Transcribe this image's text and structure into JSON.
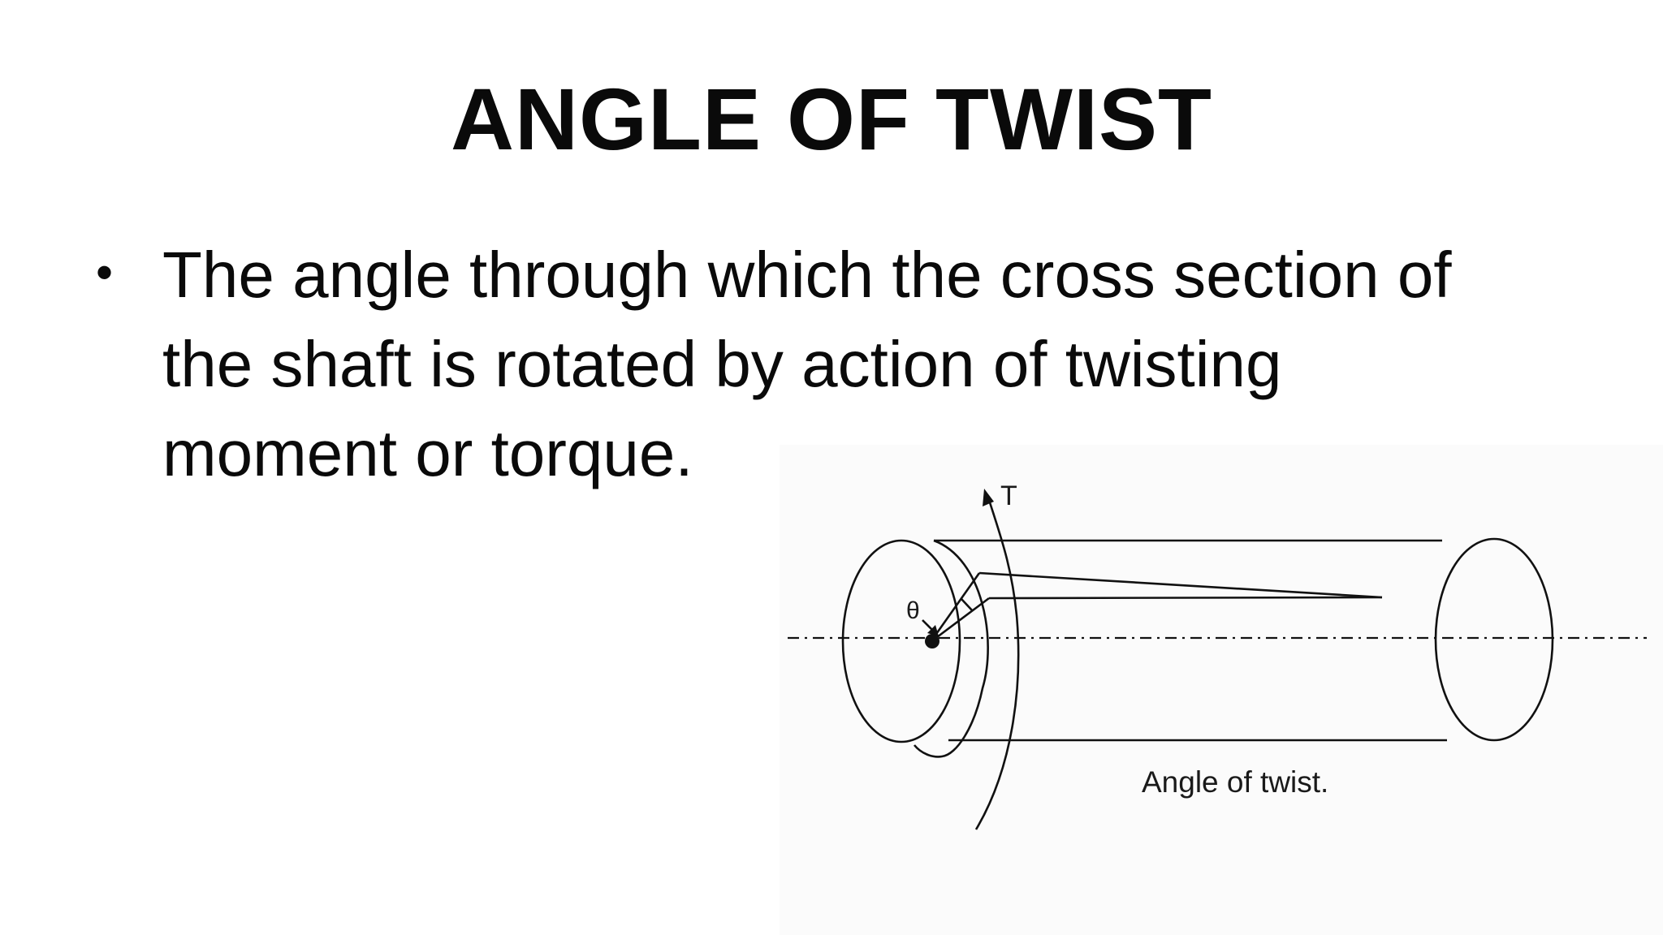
{
  "slide": {
    "title": "ANGLE OF TWIST",
    "bullet": {
      "marker": "•",
      "lines": [
        "The angle through which the cross section of",
        "the shaft is rotated by action of twisting",
        "moment or torque."
      ]
    }
  },
  "figure": {
    "torque_label": "T",
    "angle_label": "θ",
    "caption": "Angle of twist."
  }
}
